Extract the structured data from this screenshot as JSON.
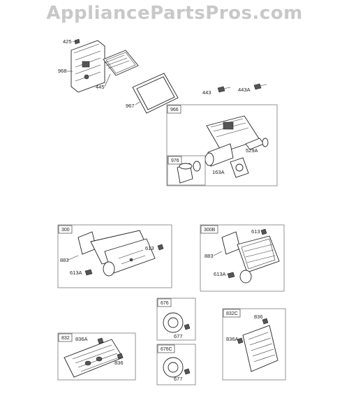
{
  "watermark": "AppliancePartsPros.com",
  "labels": {
    "p425": "425",
    "p968": "968",
    "p445": "445",
    "p967": "967",
    "p443": "443",
    "p443A": "443A",
    "p529A": "529A",
    "p163A": "163A",
    "p613": "613",
    "p883": "883",
    "p613A": "613A",
    "p613_b": "613",
    "p883_b": "883",
    "p613A_b": "613A",
    "p677": "677",
    "p677_b": "677",
    "p836A": "836A",
    "p836": "836",
    "p836_b": "836",
    "p836A_b": "836A"
  },
  "boxes": {
    "b966": "966",
    "b976": "976",
    "b300": "300",
    "b300B": "300B",
    "b676": "676",
    "b676C": "676C",
    "b832": "832",
    "b832C": "832C"
  }
}
